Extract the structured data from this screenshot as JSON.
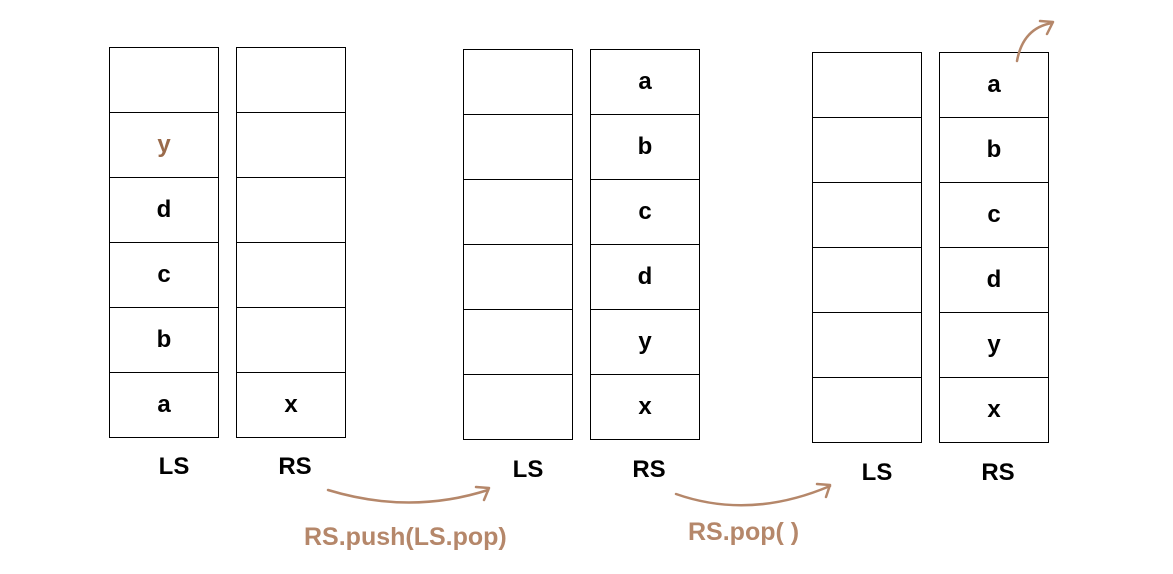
{
  "panels": [
    {
      "ls_label": "LS",
      "rs_label": "RS",
      "ls": [
        "",
        "y",
        "d",
        "c",
        "b",
        "a"
      ],
      "rs": [
        "",
        "",
        "",
        "",
        "",
        "x"
      ]
    },
    {
      "ls_label": "LS",
      "rs_label": "RS",
      "ls": [
        "",
        "",
        "",
        "",
        "",
        ""
      ],
      "rs": [
        "a",
        "b",
        "c",
        "d",
        "y",
        "x"
      ]
    },
    {
      "ls_label": "LS",
      "rs_label": "RS",
      "ls": [
        "",
        "",
        "",
        "",
        "",
        ""
      ],
      "rs": [
        "a",
        "b",
        "c",
        "d",
        "y",
        "x"
      ]
    }
  ],
  "highlighted_item": "y",
  "operations": [
    "RS.push(LS.pop)",
    "RS.pop( )"
  ],
  "colors": {
    "annotation": "#b5876a",
    "highlight": "#9a6b4b",
    "ink": "#000000"
  }
}
